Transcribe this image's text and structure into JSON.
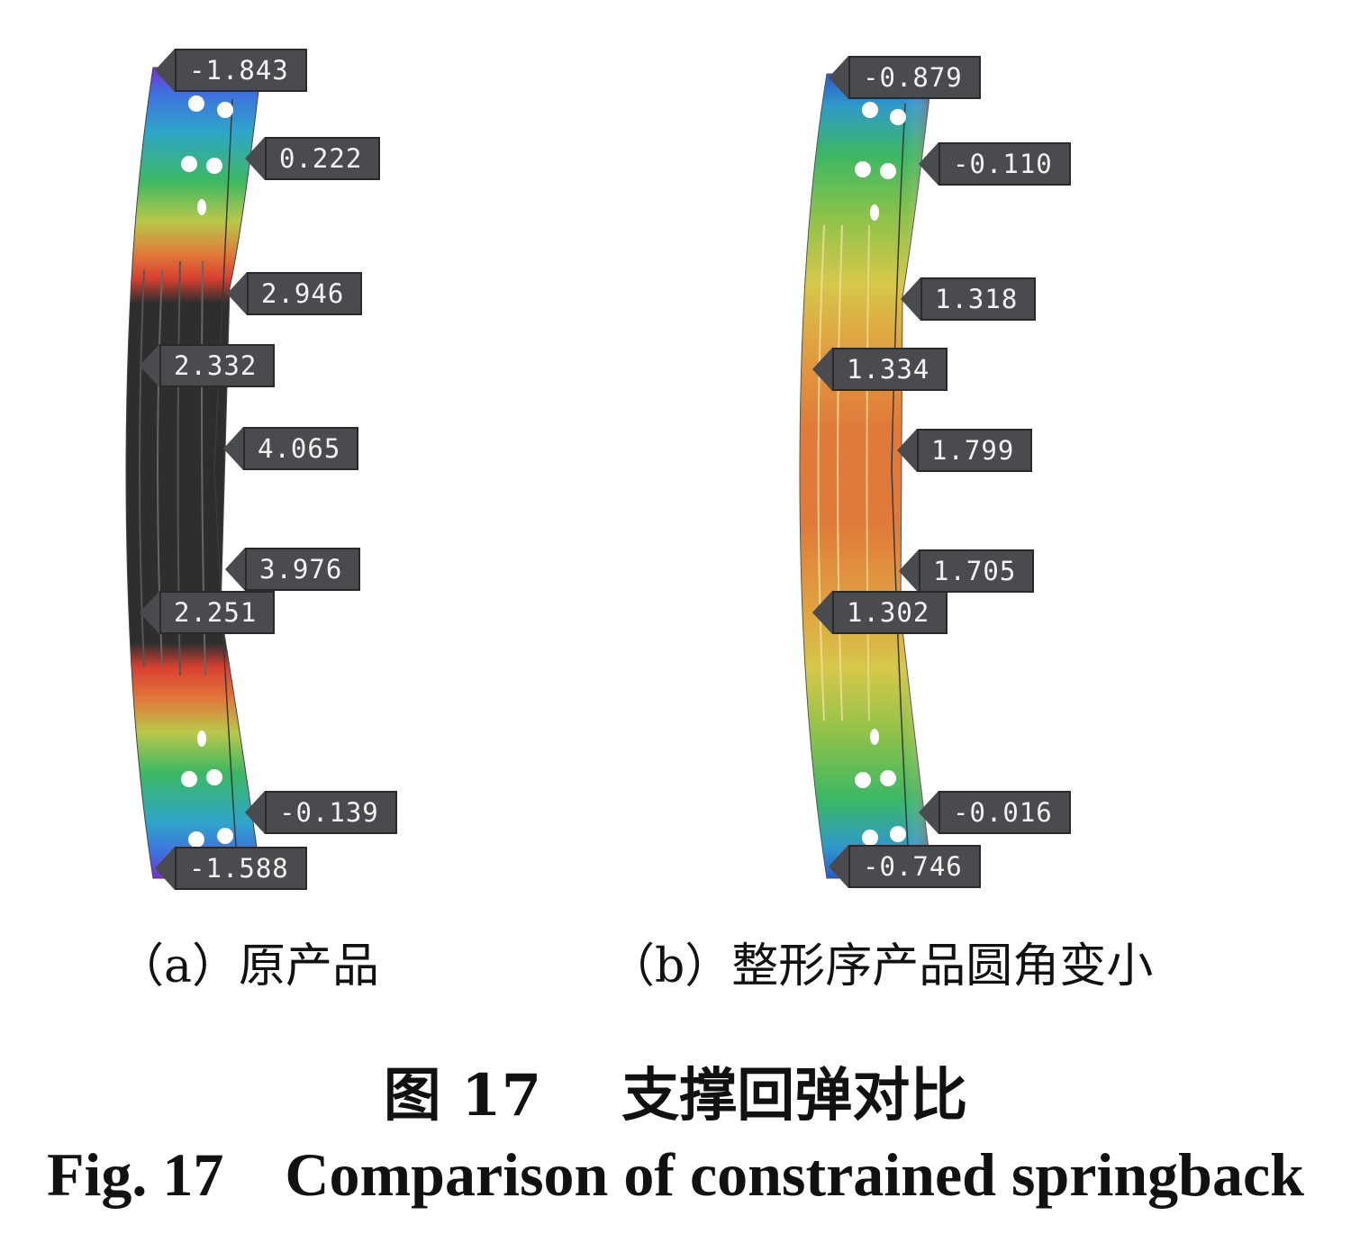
{
  "panel_a": {
    "caption": "（a）原产品",
    "labels": [
      "-1.843",
      "0.222",
      "2.946",
      "2.332",
      "4.065",
      "3.976",
      "2.251",
      "-0.139",
      "-1.588"
    ]
  },
  "panel_b": {
    "caption": "（b）整形序产品圆角变小",
    "labels": [
      "-0.879",
      "-0.110",
      "1.318",
      "1.334",
      "1.799",
      "1.705",
      "1.302",
      "-0.016",
      "-0.746"
    ]
  },
  "figure": {
    "title_cn": "图 17    支撑回弹对比",
    "title_en": "Fig. 17    Comparison of constrained springback"
  },
  "colors": {
    "callout_bg": "#4a4b4e",
    "callout_text": "#f2f2f2",
    "contour_purple": "#7a2fd0",
    "contour_blue": "#2a6ad8",
    "contour_green": "#3cb862",
    "contour_yellow": "#d6c84a",
    "contour_orange": "#e07a3a",
    "contour_red": "#d84030",
    "contour_out_of_range": "#2e2e2e"
  }
}
